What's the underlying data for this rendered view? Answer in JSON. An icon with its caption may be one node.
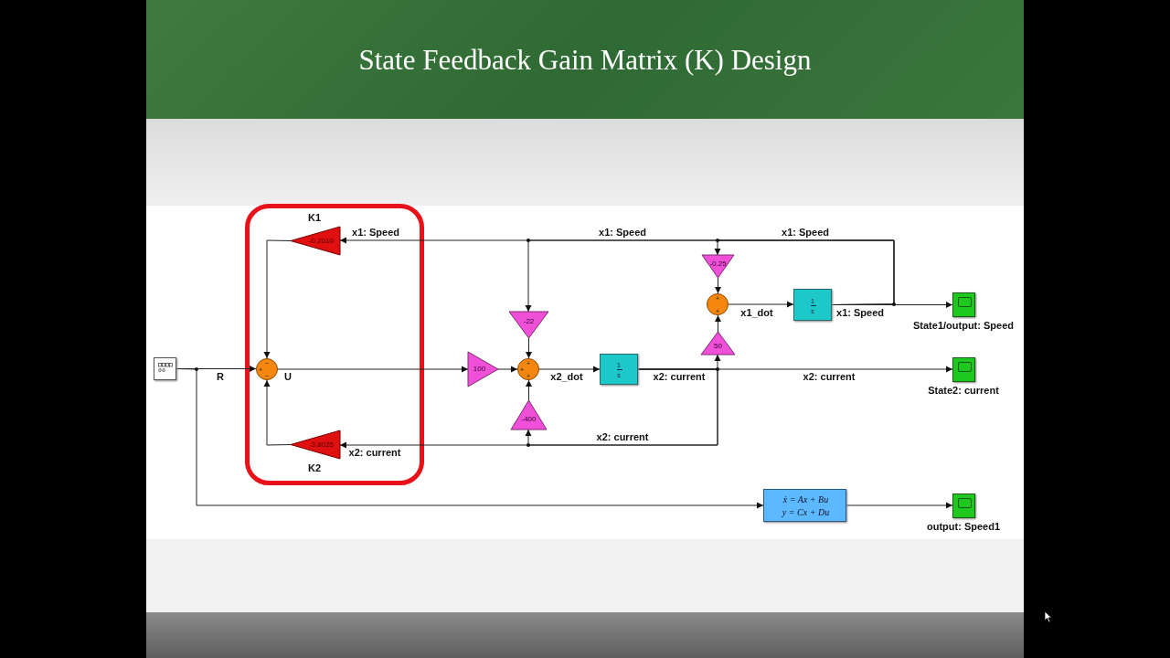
{
  "diagram": {
    "title": "State Feedback Gain Matrix (K) Design",
    "nodes": [
      {
        "text": [],
        "shape": "box"
      },
      {
        "text": [
          "+",
          "−",
          "−"
        ]
      },
      {
        "text": [
          "-0.2010"
        ],
        "beside": [
          "K1"
        ]
      },
      {
        "text": [
          "-3.8025"
        ],
        "beside": [
          "K2"
        ]
      },
      {
        "text": [
          "100"
        ]
      },
      {
        "text": [
          "+",
          "+",
          "+"
        ]
      },
      {
        "text": [
          "-22"
        ]
      },
      {
        "text": [
          "-400"
        ]
      },
      {
        "text": [
          "1",
          "s"
        ]
      },
      {
        "text": [
          "-0.25"
        ]
      },
      {
        "text": [
          "+",
          "+"
        ]
      },
      {
        "text": [
          "50"
        ]
      },
      {
        "text": [
          "1",
          "s"
        ]
      },
      {
        "text": [],
        "shape": "box",
        "beside": [
          "State1/output: Speed"
        ]
      },
      {
        "text": [],
        "shape": "box",
        "beside": [
          "State2: current"
        ]
      },
      {
        "text": [
          "ẋ = Ax + Bu",
          "y = Cx + Du"
        ]
      },
      {
        "text": [],
        "shape": "box",
        "beside": [
          "output: Speed1"
        ]
      }
    ],
    "edges": [
      {
        "from": 0,
        "to": 1,
        "arrow": "to",
        "label": "R"
      },
      {
        "from": 0,
        "to": 15,
        "arrow": "to"
      },
      {
        "from": 1,
        "to": 4,
        "arrow": "to",
        "label": "U"
      },
      {
        "from": 4,
        "to": 5,
        "arrow": "to"
      },
      {
        "from": 5,
        "to": 8,
        "arrow": "to",
        "label": "x2_dot"
      },
      {
        "from": 8,
        "to": 11,
        "arrow": "to",
        "label": "x2: current"
      },
      {
        "from": 8,
        "to": 14,
        "arrow": "to",
        "label": "x2: current"
      },
      {
        "from": 8,
        "to": 7,
        "arrow": "to",
        "label": "x2: current"
      },
      {
        "from": 8,
        "to": 3,
        "arrow": "to",
        "label": "x2: current"
      },
      {
        "from": 7,
        "to": 5,
        "arrow": "to"
      },
      {
        "from": 6,
        "to": 5,
        "arrow": "to"
      },
      {
        "from": 2,
        "to": 1,
        "arrow": "to"
      },
      {
        "from": 3,
        "to": 1,
        "arrow": "to"
      },
      {
        "from": 12,
        "to": 13,
        "arrow": "to",
        "label": "x1: Speed"
      },
      {
        "from": 12,
        "to": 9,
        "arrow": "to",
        "label": "x1: Speed"
      },
      {
        "from": 12,
        "to": 6,
        "arrow": "to",
        "label": "x1: Speed"
      },
      {
        "from": 12,
        "to": 2,
        "arrow": "to",
        "label": "x1: Speed"
      },
      {
        "from": 9,
        "to": 10,
        "arrow": "to"
      },
      {
        "from": 11,
        "to": 10,
        "arrow": "to"
      },
      {
        "from": 10,
        "to": 12,
        "arrow": "to",
        "label": "x1_dot"
      },
      {
        "from": 15,
        "to": 16,
        "arrow": "to"
      }
    ]
  }
}
